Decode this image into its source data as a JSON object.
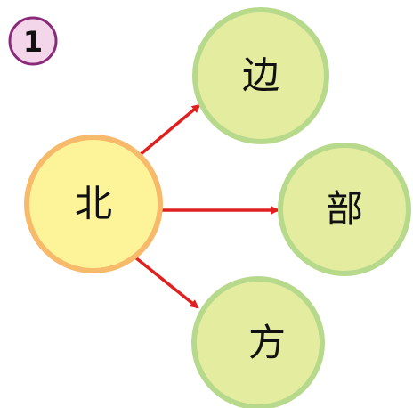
{
  "badge": {
    "label": "1"
  },
  "nodes": {
    "center": "北",
    "top": "边",
    "right": "部",
    "bottom": "方"
  },
  "colors": {
    "badge_fill": "#f4d6ea",
    "badge_stroke": "#8a2a7a",
    "center_fill": "#fdf49a",
    "center_stroke": "#f7b96a",
    "leaf_fill": "#e4eca0",
    "leaf_stroke": "#b6d98c",
    "arrow": "#e02020",
    "text": "#111111"
  }
}
